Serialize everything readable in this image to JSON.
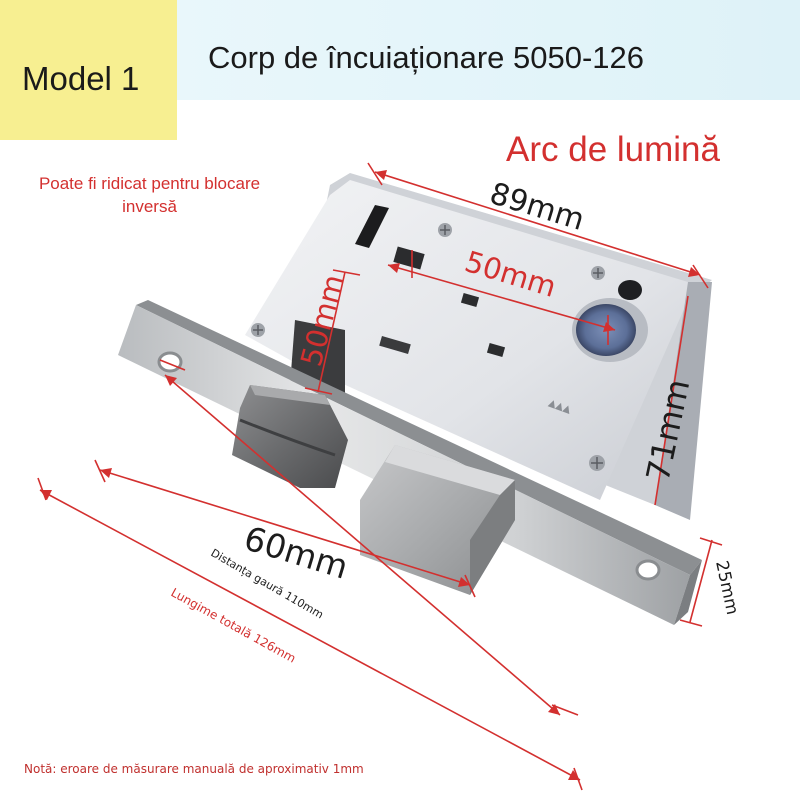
{
  "model_label": "Model 1",
  "title": "Corp de încuiaționare 5050-126",
  "subtitle": "Arc de lumină",
  "reverse_note": "Poate fi ridicat pentru blocare inversă",
  "dimensions": {
    "width_89": "89mm",
    "center_50_h": "50mm",
    "center_50_v": "50mm",
    "height_71": "71mm",
    "depth_60": "60mm",
    "faceplate_25": "25mm",
    "hole_distance": "Distanța gaură 110mm",
    "total_length": "Lungime totală 126mm"
  },
  "footnote": "Notă: eroare de măsurare manuală de aproximativ 1mm",
  "colors": {
    "accent_red": "#d3302f",
    "header_band": "#e3f4f9",
    "model_box": "#f7ef91"
  }
}
